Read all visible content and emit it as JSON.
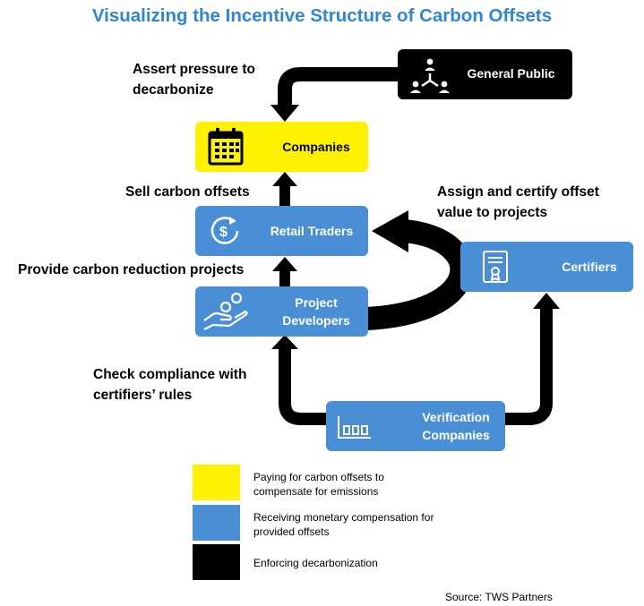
{
  "title": "Visualizing the Incentive Structure of Carbon Offsets",
  "nodes": {
    "general_public": "General Public",
    "companies": "Companies",
    "retail_traders": "Retail Traders",
    "project_developers": "Project Developers",
    "certifiers": "Certifiers",
    "verification_companies": "Verification Companies"
  },
  "annotations": {
    "assert_pressure": "Assert pressure to decarbonize",
    "sell_offsets": "Sell carbon offsets",
    "assign_certify": "Assign and certify offset value to projects",
    "provide_projects": "Provide carbon reduction projects",
    "check_compliance": "Check compliance with certifiers’ rules"
  },
  "legend": [
    {
      "color": "#fff200",
      "text": "Paying for carbon offsets to compensate for emissions"
    },
    {
      "color": "#4a8fd6",
      "text": "Receiving monetary compensation for provided offsets"
    },
    {
      "color": "#000000",
      "text": "Enforcing decarbonization"
    }
  ],
  "source": "Source: TWS Partners",
  "colors": {
    "title": "#2e86d6",
    "blue": "#4a8fd6",
    "yellow": "#fff200",
    "black": "#000000"
  },
  "icons": {
    "general_public": "people-network-icon",
    "companies": "calendar-icon",
    "retail_traders": "dollar-cycle-icon",
    "project_developers": "hand-coins-icon",
    "certifiers": "certificate-icon",
    "verification_companies": "bar-chart-icon"
  }
}
